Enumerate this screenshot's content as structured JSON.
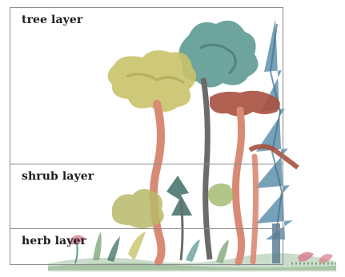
{
  "layers": {
    "tree_label": "tree layer",
    "shrub_label": "shrub layer",
    "herb_label": "herb layer"
  },
  "colors": {
    "border": "#8a8a8a",
    "yellow_green": "#c9c26a",
    "teal": "#5d9a93",
    "dark_green": "#3f6f66",
    "rust": "#a8503f",
    "salmon": "#d98a74",
    "blue_conifer": "#5f90ad",
    "grey_trunk": "#6d6a6a",
    "ground_green": "#7fa77a",
    "pink": "#d77b8c"
  }
}
